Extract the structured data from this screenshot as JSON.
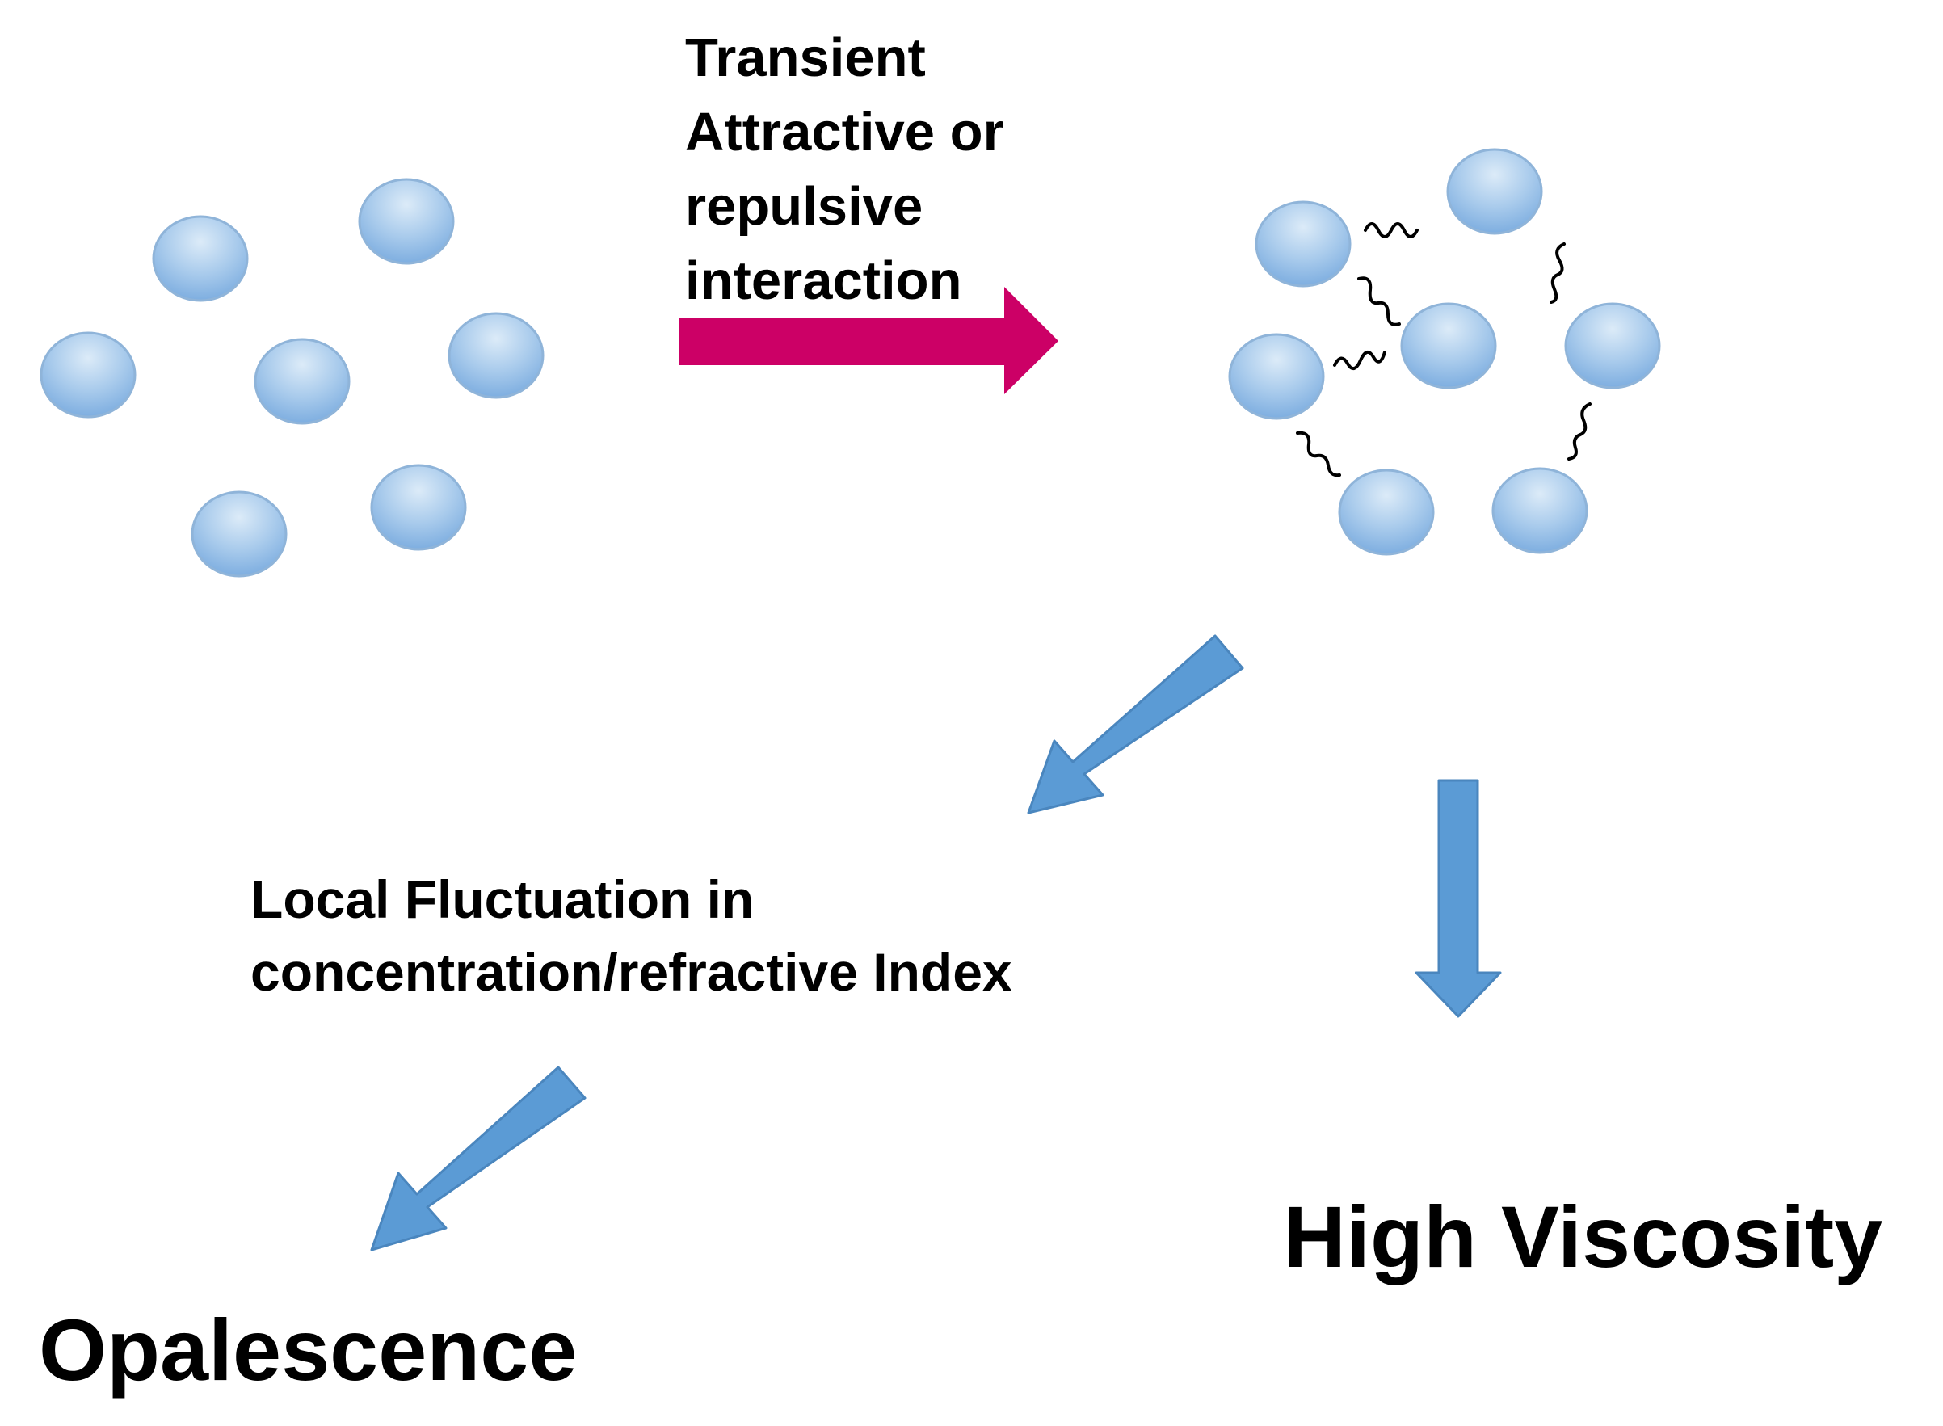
{
  "labels": {
    "interaction_line1": "Transient",
    "interaction_line2": "Attractive or",
    "interaction_line3": "repulsive",
    "interaction_line4": "interaction",
    "fluctuation_line1": "Local Fluctuation in",
    "fluctuation_line2": "concentration/refractive Index",
    "opalescence": "Opalescence",
    "high_viscosity": "High Viscosity"
  },
  "colors": {
    "particle_fill_light": "#dcebf8",
    "particle_fill_mid": "#a9cbec",
    "particle_fill_dark": "#7eaee0",
    "particle_stroke": "#8fb4d9",
    "interaction_arrow": "#cc0066",
    "flow_arrow_fill": "#5b9bd5",
    "flow_arrow_stroke": "#4a86be",
    "squiggle": "#000000",
    "text": "#000000"
  }
}
